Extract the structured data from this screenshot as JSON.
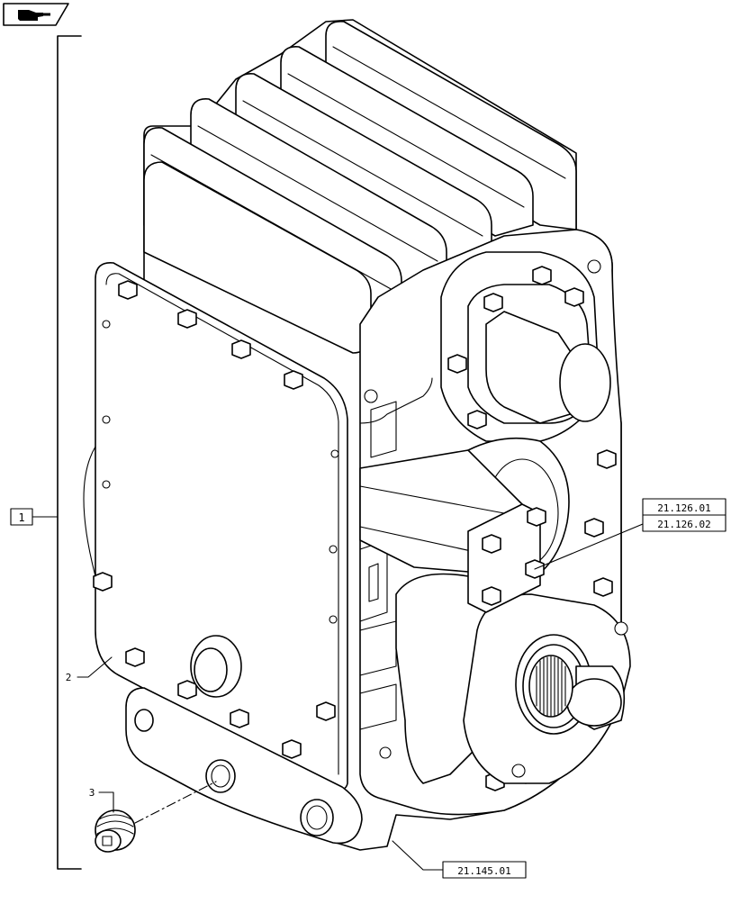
{
  "labels": {
    "assembly": "1",
    "callout_2": "2",
    "callout_3": "3"
  },
  "references": {
    "upper_ref_a": "21.126.01",
    "upper_ref_b": "21.126.02",
    "lower_ref": "21.145.01"
  },
  "icons": {
    "nav": "hand-pointing-icon"
  }
}
